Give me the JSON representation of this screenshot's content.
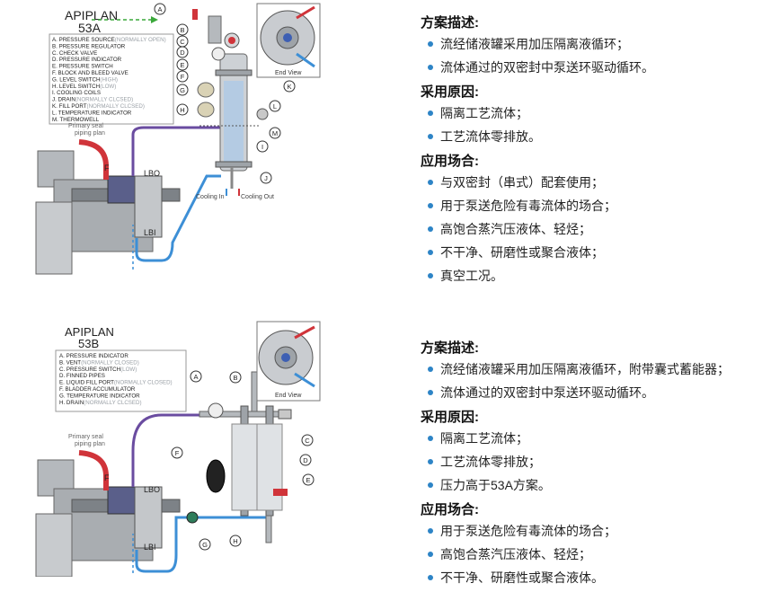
{
  "plans": [
    {
      "title": "APIPLAN",
      "code": "53A",
      "legend": [
        {
          "main": "A. PRESSURE SOURCE",
          "note": "(NORMALLY OPEN)"
        },
        {
          "main": "B. PRESSURE REGULATOR",
          "note": ""
        },
        {
          "main": "C. CHECK VALVE",
          "note": ""
        },
        {
          "main": "D. PRESSURE INDICATOR",
          "note": ""
        },
        {
          "main": "E. PRESSURE SWITCH",
          "note": ""
        },
        {
          "main": "F. BLOCK AND BLEED VALVE",
          "note": ""
        },
        {
          "main": "G. LEVEL SWITCH",
          "note": "(HIGH)"
        },
        {
          "main": "H. LEVEL SWITCH",
          "note": "(LOW)"
        },
        {
          "main": "I.   COOLING COILS",
          "note": ""
        },
        {
          "main": "J. DRAIN",
          "note": "(NORMALLY CLCSED)"
        },
        {
          "main": "K. FILL PORT",
          "note": "(NORMALLY CLCSED)"
        },
        {
          "main": "L. TEMPERATURE INDICATOR",
          "note": ""
        },
        {
          "main": "M. THERMOWELL",
          "note": ""
        }
      ],
      "callouts": [
        "A",
        "B",
        "C",
        "D",
        "E",
        "F",
        "G",
        "H",
        "I",
        "J",
        "K",
        "L",
        "M"
      ],
      "labels": {
        "seal": [
          "Primary seal",
          "piping plan"
        ],
        "lbo": "LBO",
        "lbi": "LBI",
        "f": "F",
        "end_view": "End View",
        "cooling_in": "Cooling In",
        "cooling_out": "Cooling Out"
      },
      "sections": [
        {
          "heading": "方案描述:",
          "items": [
            "流经储液罐采用加压隔离液循环；",
            "流体通过的双密封中泵送环驱动循环。"
          ]
        },
        {
          "heading": "采用原因:",
          "items": [
            "隔离工艺流体；",
            "工艺流体零排放。"
          ]
        },
        {
          "heading": "应用场合:",
          "items": [
            "与双密封（串式）配套使用；",
            "用于泵送危险有毒流体的场合；",
            "高饱合蒸汽压液体、轻烃；",
            "不干净、研磨性或聚合液体；",
            "真空工况。"
          ]
        }
      ]
    },
    {
      "title": "APIPLAN",
      "code": "53B",
      "legend": [
        {
          "main": "A.  PRESSURE INDICATOR",
          "note": ""
        },
        {
          "main": "B.  VENT",
          "note": "(NORMALLY CLOSED)"
        },
        {
          "main": "C.  PRESSURE SWITCH",
          "note": "(LOW)"
        },
        {
          "main": "D.  FINNED PIPES",
          "note": ""
        },
        {
          "main": "E.  LIQUID FILL PORT",
          "note": "(NORMALLY CLOSED)"
        },
        {
          "main": "F.  BLADDER ACCUMULATOR",
          "note": ""
        },
        {
          "main": "G.  TEMPERATURE INDICATOR",
          "note": ""
        },
        {
          "main": "H.  DRAIN",
          "note": "(NORMALLY CLCSED)"
        }
      ],
      "callouts": [
        "A",
        "B",
        "C",
        "D",
        "E",
        "F",
        "G",
        "H"
      ],
      "labels": {
        "seal": [
          "Primary seal",
          "piping plan"
        ],
        "lbo": "LBO",
        "lbi": "LBI",
        "f": "F",
        "end_view": "End View"
      },
      "sections": [
        {
          "heading": "方案描述:",
          "items": [
            "流经储液罐采用加压隔离液循环，附带囊式蓄能器；",
            "流体通过的双密封中泵送环驱动循环。"
          ]
        },
        {
          "heading": "采用原因:",
          "items": [
            "隔离工艺流体；",
            "工艺流体零排放；",
            "压力高于53A方案。"
          ]
        },
        {
          "heading": "应用场合:",
          "items": [
            "用于泵送危险有毒流体的场合；",
            "高饱合蒸汽压液体、轻烃；",
            "不干净、研磨性或聚合液体。"
          ]
        }
      ]
    }
  ],
  "colors": {
    "bullet": "#2d84c6",
    "pipe_red": "#d0343a",
    "pipe_blue": "#3d8fd6",
    "pipe_purple": "#6a4ca0",
    "metal": "#b5b9bd",
    "green_dash": "#3aa83a"
  }
}
